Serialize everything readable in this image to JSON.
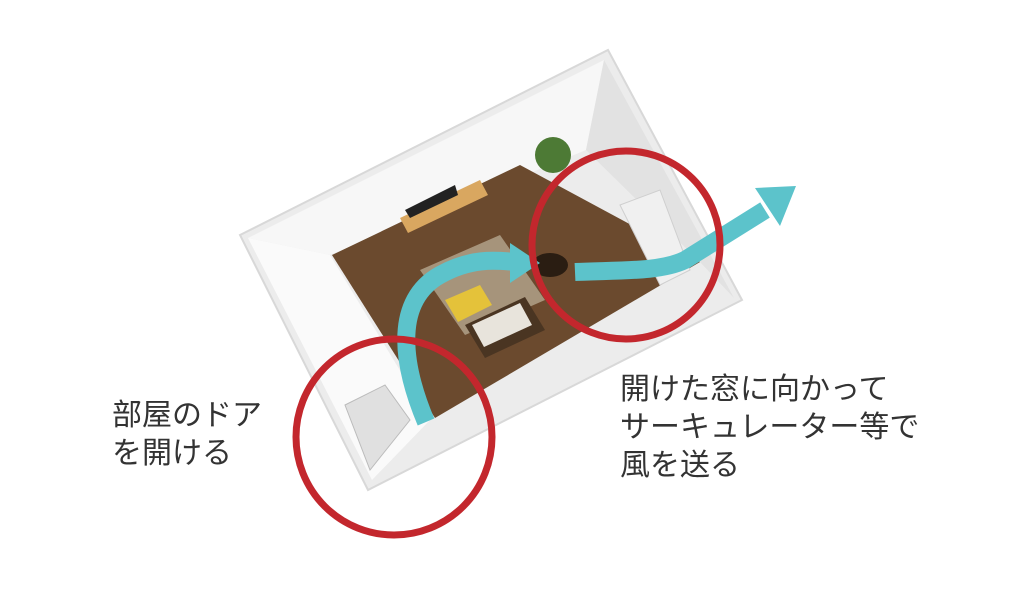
{
  "colors": {
    "circle": "#c3272d",
    "arrow": "#5cc3cb",
    "wall": "#f3f3f3",
    "floor": "#6b4a2e",
    "text": "#333333"
  },
  "labels": {
    "door": {
      "lines": [
        "部屋のドア",
        "を開ける"
      ]
    },
    "window": {
      "lines": [
        "開けた窓に向かって",
        "サーキュレーター等で",
        "風を送る"
      ]
    }
  }
}
